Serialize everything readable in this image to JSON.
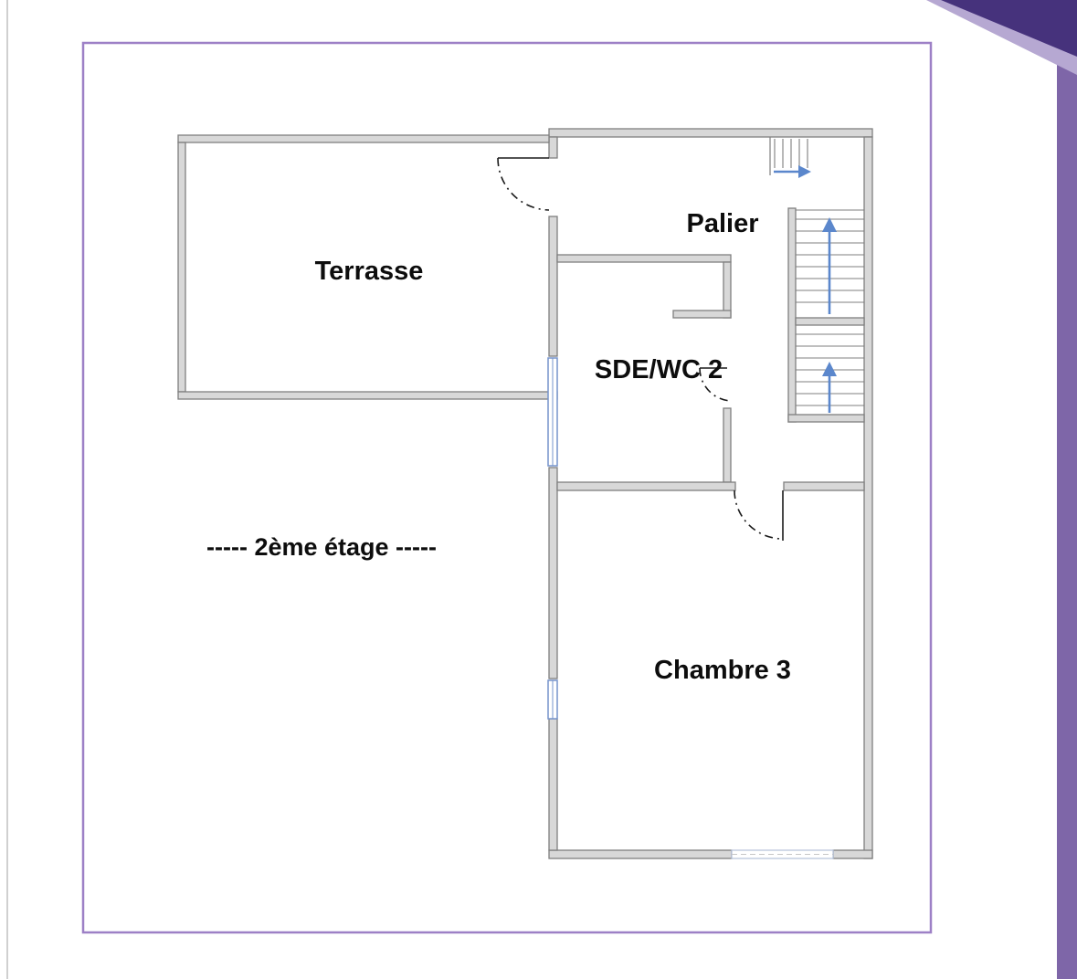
{
  "plan": {
    "floor_label": "----- 2ème étage -----",
    "rooms": [
      {
        "name": "Terrasse"
      },
      {
        "name": "Palier"
      },
      {
        "name": "SDE/WC 2"
      },
      {
        "name": "Chambre 3"
      }
    ]
  },
  "colors": {
    "wall_fill": "#d8d8d8",
    "wall_stroke": "#7f7f7f",
    "stair_arrow": "#5b87cc",
    "window_blue": "#7694cc",
    "frame": "#9d80c6",
    "band": "#7e66a8",
    "corner_dark": "#46327c",
    "corner_light": "#b6a8d2"
  }
}
